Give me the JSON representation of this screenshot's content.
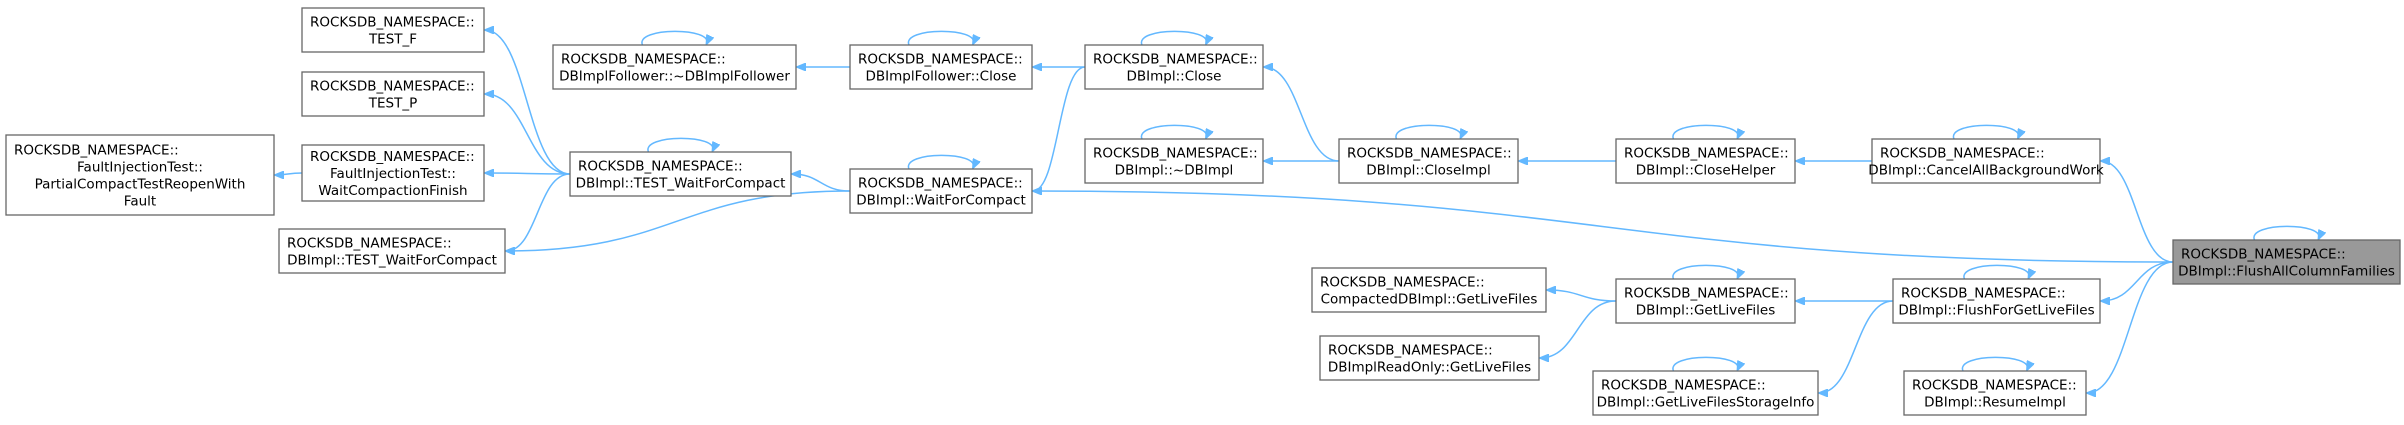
{
  "diagram": {
    "type": "call-graph",
    "nodes": {
      "test_f": [
        "ROCKSDB_NAMESPACE::",
        "TEST_F"
      ],
      "test_p": [
        "ROCKSDB_NAMESPACE::",
        "TEST_P"
      ],
      "partial_compact": [
        "ROCKSDB_NAMESPACE::",
        "FaultInjectionTest::",
        "PartialCompactTestReopenWith",
        "Fault"
      ],
      "wait_compaction_finish": [
        "ROCKSDB_NAMESPACE::",
        "FaultInjectionTest::",
        "WaitCompactionFinish"
      ],
      "dbimpl_test_wait_for_compact": [
        "ROCKSDB_NAMESPACE::",
        "DBImpl::TEST_WaitForCompact"
      ],
      "dbimplfollower_dtor": [
        "ROCKSDB_NAMESPACE::",
        "DBImplFollower::~DBImplFollower"
      ],
      "test_wait_for_compact": [
        "ROCKSDB_NAMESPACE::",
        "DBImpl::TEST_WaitForCompact"
      ],
      "dbimplfollower_close": [
        "ROCKSDB_NAMESPACE::",
        "DBImplFollower::Close"
      ],
      "wait_for_compact": [
        "ROCKSDB_NAMESPACE::",
        "DBImpl::WaitForCompact"
      ],
      "dbimpl_close": [
        "ROCKSDB_NAMESPACE::",
        "DBImpl::Close"
      ],
      "dbimpl_dtor": [
        "ROCKSDB_NAMESPACE::",
        "DBImpl::~DBImpl"
      ],
      "close_impl": [
        "ROCKSDB_NAMESPACE::",
        "DBImpl::CloseImpl"
      ],
      "close_helper": [
        "ROCKSDB_NAMESPACE::",
        "DBImpl::CloseHelper"
      ],
      "cancel_all_bg": [
        "ROCKSDB_NAMESPACE::",
        "DBImpl::CancelAllBackgroundWork"
      ],
      "compacted_get_live_files": [
        "ROCKSDB_NAMESPACE::",
        "CompactedDBImpl::GetLiveFiles"
      ],
      "readonly_get_live_files": [
        "ROCKSDB_NAMESPACE::",
        "DBImplReadOnly::GetLiveFiles"
      ],
      "get_live_files": [
        "ROCKSDB_NAMESPACE::",
        "DBImpl::GetLiveFiles"
      ],
      "get_live_files_storage_info": [
        "ROCKSDB_NAMESPACE::",
        "DBImpl::GetLiveFilesStorageInfo"
      ],
      "flush_for_get_live_files": [
        "ROCKSDB_NAMESPACE::",
        "DBImpl::FlushForGetLiveFiles"
      ],
      "resume_impl": [
        "ROCKSDB_NAMESPACE::",
        "DBImpl::ResumeImpl"
      ],
      "flush_all_column_families": [
        "ROCKSDB_NAMESPACE::",
        "DBImpl::FlushAllColumnFamilies"
      ]
    },
    "focus_node": "flush_all_column_families",
    "edges": [
      [
        "test_f",
        "test_wait_for_compact"
      ],
      [
        "test_p",
        "test_wait_for_compact"
      ],
      [
        "wait_compaction_finish",
        "test_wait_for_compact"
      ],
      [
        "partial_compact",
        "wait_compaction_finish"
      ],
      [
        "dbimpl_test_wait_for_compact",
        "test_wait_for_compact"
      ],
      [
        "dbimpl_test_wait_for_compact",
        "wait_for_compact"
      ],
      [
        "test_wait_for_compact",
        "wait_for_compact"
      ],
      [
        "dbimplfollower_dtor",
        "dbimplfollower_close"
      ],
      [
        "dbimplfollower_close",
        "dbimpl_close"
      ],
      [
        "wait_for_compact",
        "dbimpl_close"
      ],
      [
        "wait_for_compact",
        "flush_all_column_families"
      ],
      [
        "dbimpl_close",
        "close_impl"
      ],
      [
        "dbimpl_dtor",
        "close_impl"
      ],
      [
        "close_impl",
        "close_helper"
      ],
      [
        "close_helper",
        "cancel_all_bg"
      ],
      [
        "cancel_all_bg",
        "flush_all_column_families"
      ],
      [
        "compacted_get_live_files",
        "get_live_files"
      ],
      [
        "readonly_get_live_files",
        "get_live_files"
      ],
      [
        "get_live_files",
        "flush_for_get_live_files"
      ],
      [
        "get_live_files_storage_info",
        "flush_for_get_live_files"
      ],
      [
        "flush_for_get_live_files",
        "flush_all_column_families"
      ],
      [
        "resume_impl",
        "flush_all_column_families"
      ]
    ],
    "self_loops": [
      "test_wait_for_compact",
      "dbimplfollower_dtor",
      "dbimplfollower_close",
      "wait_for_compact",
      "dbimpl_close",
      "dbimpl_dtor",
      "close_impl",
      "close_helper",
      "cancel_all_bg",
      "get_live_files",
      "get_live_files_storage_info",
      "flush_for_get_live_files",
      "resume_impl",
      "flush_all_column_families"
    ]
  }
}
